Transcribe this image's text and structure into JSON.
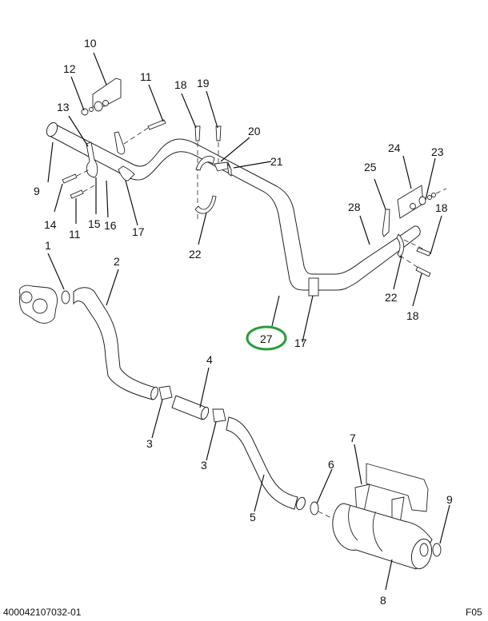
{
  "diagram": {
    "type": "exploded parts diagram",
    "subject": "exhaust system pipes, clamps, brackets and muffler",
    "callouts": [
      {
        "id": "c10",
        "text": "10"
      },
      {
        "id": "c12",
        "text": "12"
      },
      {
        "id": "c11a",
        "text": "11"
      },
      {
        "id": "c18a",
        "text": "18"
      },
      {
        "id": "c19",
        "text": "19"
      },
      {
        "id": "c13",
        "text": "13"
      },
      {
        "id": "c20",
        "text": "20"
      },
      {
        "id": "c21",
        "text": "21"
      },
      {
        "id": "c24",
        "text": "24"
      },
      {
        "id": "c23",
        "text": "23"
      },
      {
        "id": "c25",
        "text": "25"
      },
      {
        "id": "c9a",
        "text": "9"
      },
      {
        "id": "c14",
        "text": "14"
      },
      {
        "id": "c15",
        "text": "15"
      },
      {
        "id": "c16",
        "text": "16"
      },
      {
        "id": "c11b",
        "text": "11"
      },
      {
        "id": "c17a",
        "text": "17"
      },
      {
        "id": "c22a",
        "text": "22"
      },
      {
        "id": "c28",
        "text": "28"
      },
      {
        "id": "c18b",
        "text": "18"
      },
      {
        "id": "c1",
        "text": "1"
      },
      {
        "id": "c2",
        "text": "2"
      },
      {
        "id": "c22b",
        "text": "22"
      },
      {
        "id": "c18c",
        "text": "18"
      },
      {
        "id": "c27",
        "text": "27"
      },
      {
        "id": "c17b",
        "text": "17"
      },
      {
        "id": "c4",
        "text": "4"
      },
      {
        "id": "c3a",
        "text": "3"
      },
      {
        "id": "c3b",
        "text": "3"
      },
      {
        "id": "c7",
        "text": "7"
      },
      {
        "id": "c6",
        "text": "6"
      },
      {
        "id": "c9b",
        "text": "9"
      },
      {
        "id": "c5",
        "text": "5"
      },
      {
        "id": "c8",
        "text": "8"
      }
    ],
    "highlighted_callout": "27",
    "highlight_color": "#2a9d3a"
  },
  "footer": {
    "part_number": "400042107032-01",
    "sheet_code": "F05"
  }
}
